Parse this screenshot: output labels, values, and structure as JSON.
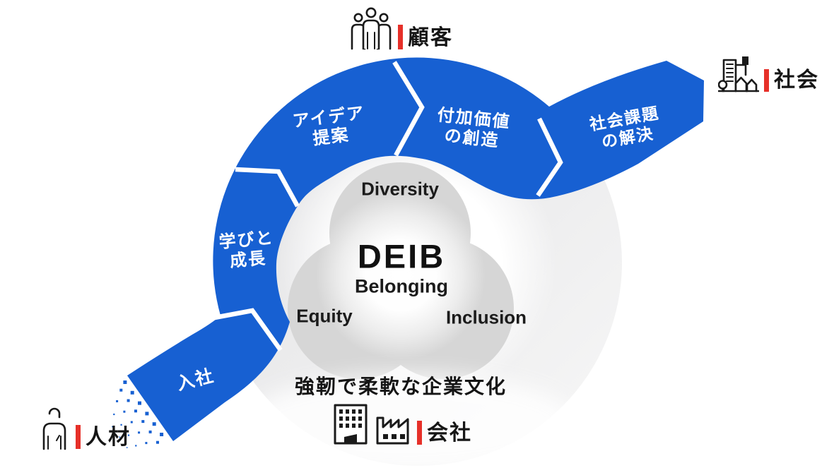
{
  "stakeholders": {
    "customer": {
      "label": "顧客",
      "icon": "people-group-icon"
    },
    "society": {
      "label": "社会",
      "icon": "city-icon"
    },
    "talent": {
      "label": "人材",
      "icon": "person-icon"
    },
    "company": {
      "label": "会社",
      "icon": "office-building-icon factory-icon"
    }
  },
  "stages": {
    "join": {
      "line1": "入社"
    },
    "learn": {
      "line1": "学びと",
      "line2": "成長"
    },
    "idea": {
      "line1": "アイデア",
      "line2": "提案"
    },
    "value": {
      "line1": "付加価値",
      "line2": "の創造"
    },
    "social": {
      "line1": "社会課題",
      "line2": "の解決"
    }
  },
  "center": {
    "acronym": "DEIB",
    "belonging": "Belonging",
    "diversity": "Diversity",
    "equity": "Equity",
    "inclusion": "Inclusion",
    "culture": "強靭で柔軟な企業文化"
  },
  "colors": {
    "ribbon_blue": "#1760d2",
    "accent_red": "#e63029",
    "venn_gray": "#d6d6d6",
    "ring_gray": "#e7e7e9"
  }
}
